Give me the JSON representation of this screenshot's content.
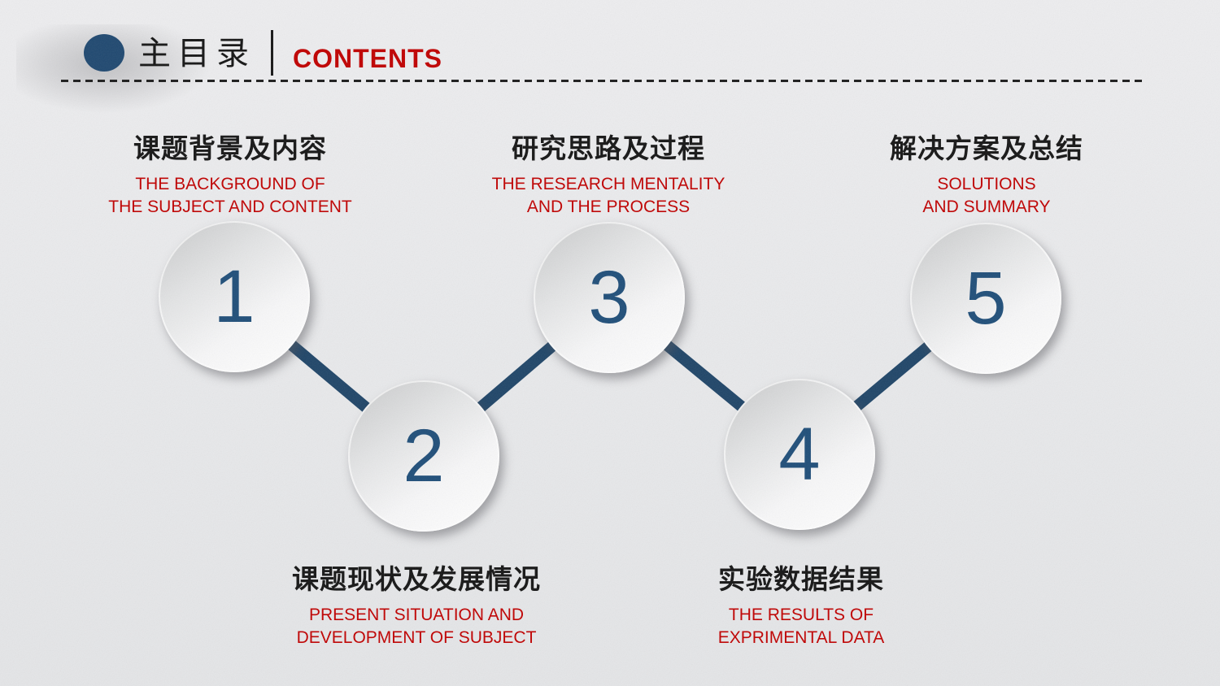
{
  "header": {
    "title_zh": "主目录",
    "title_en": "CONTENTS"
  },
  "colors": {
    "navy_accent": "#1F4E79",
    "bullet_navy": "#1F4870",
    "connector_line": "#1F4568",
    "red_accent": "#C00000",
    "heading_text": "#151515",
    "background": "#E9EAEC"
  },
  "items": [
    {
      "number": "1",
      "zh": "课题背景及内容",
      "en1": "THE BACKGROUND OF",
      "en2": "THE SUBJECT AND CONTENT",
      "label_position": "above"
    },
    {
      "number": "2",
      "zh": "课题现状及发展情况",
      "en1": "PRESENT SITUATION AND",
      "en2": "DEVELOPMENT OF SUBJECT",
      "label_position": "below"
    },
    {
      "number": "3",
      "zh": "研究思路及过程",
      "en1": "THE RESEARCH MENTALITY",
      "en2": "AND THE PROCESS",
      "label_position": "above"
    },
    {
      "number": "4",
      "zh": "实验数据结果",
      "en1": "THE RESULTS OF",
      "en2": "EXPRIMENTAL DATA",
      "label_position": "below"
    },
    {
      "number": "5",
      "zh": "解决方案及总结",
      "en1": "SOLUTIONS",
      "en2": "AND SUMMARY",
      "label_position": "above"
    }
  ]
}
